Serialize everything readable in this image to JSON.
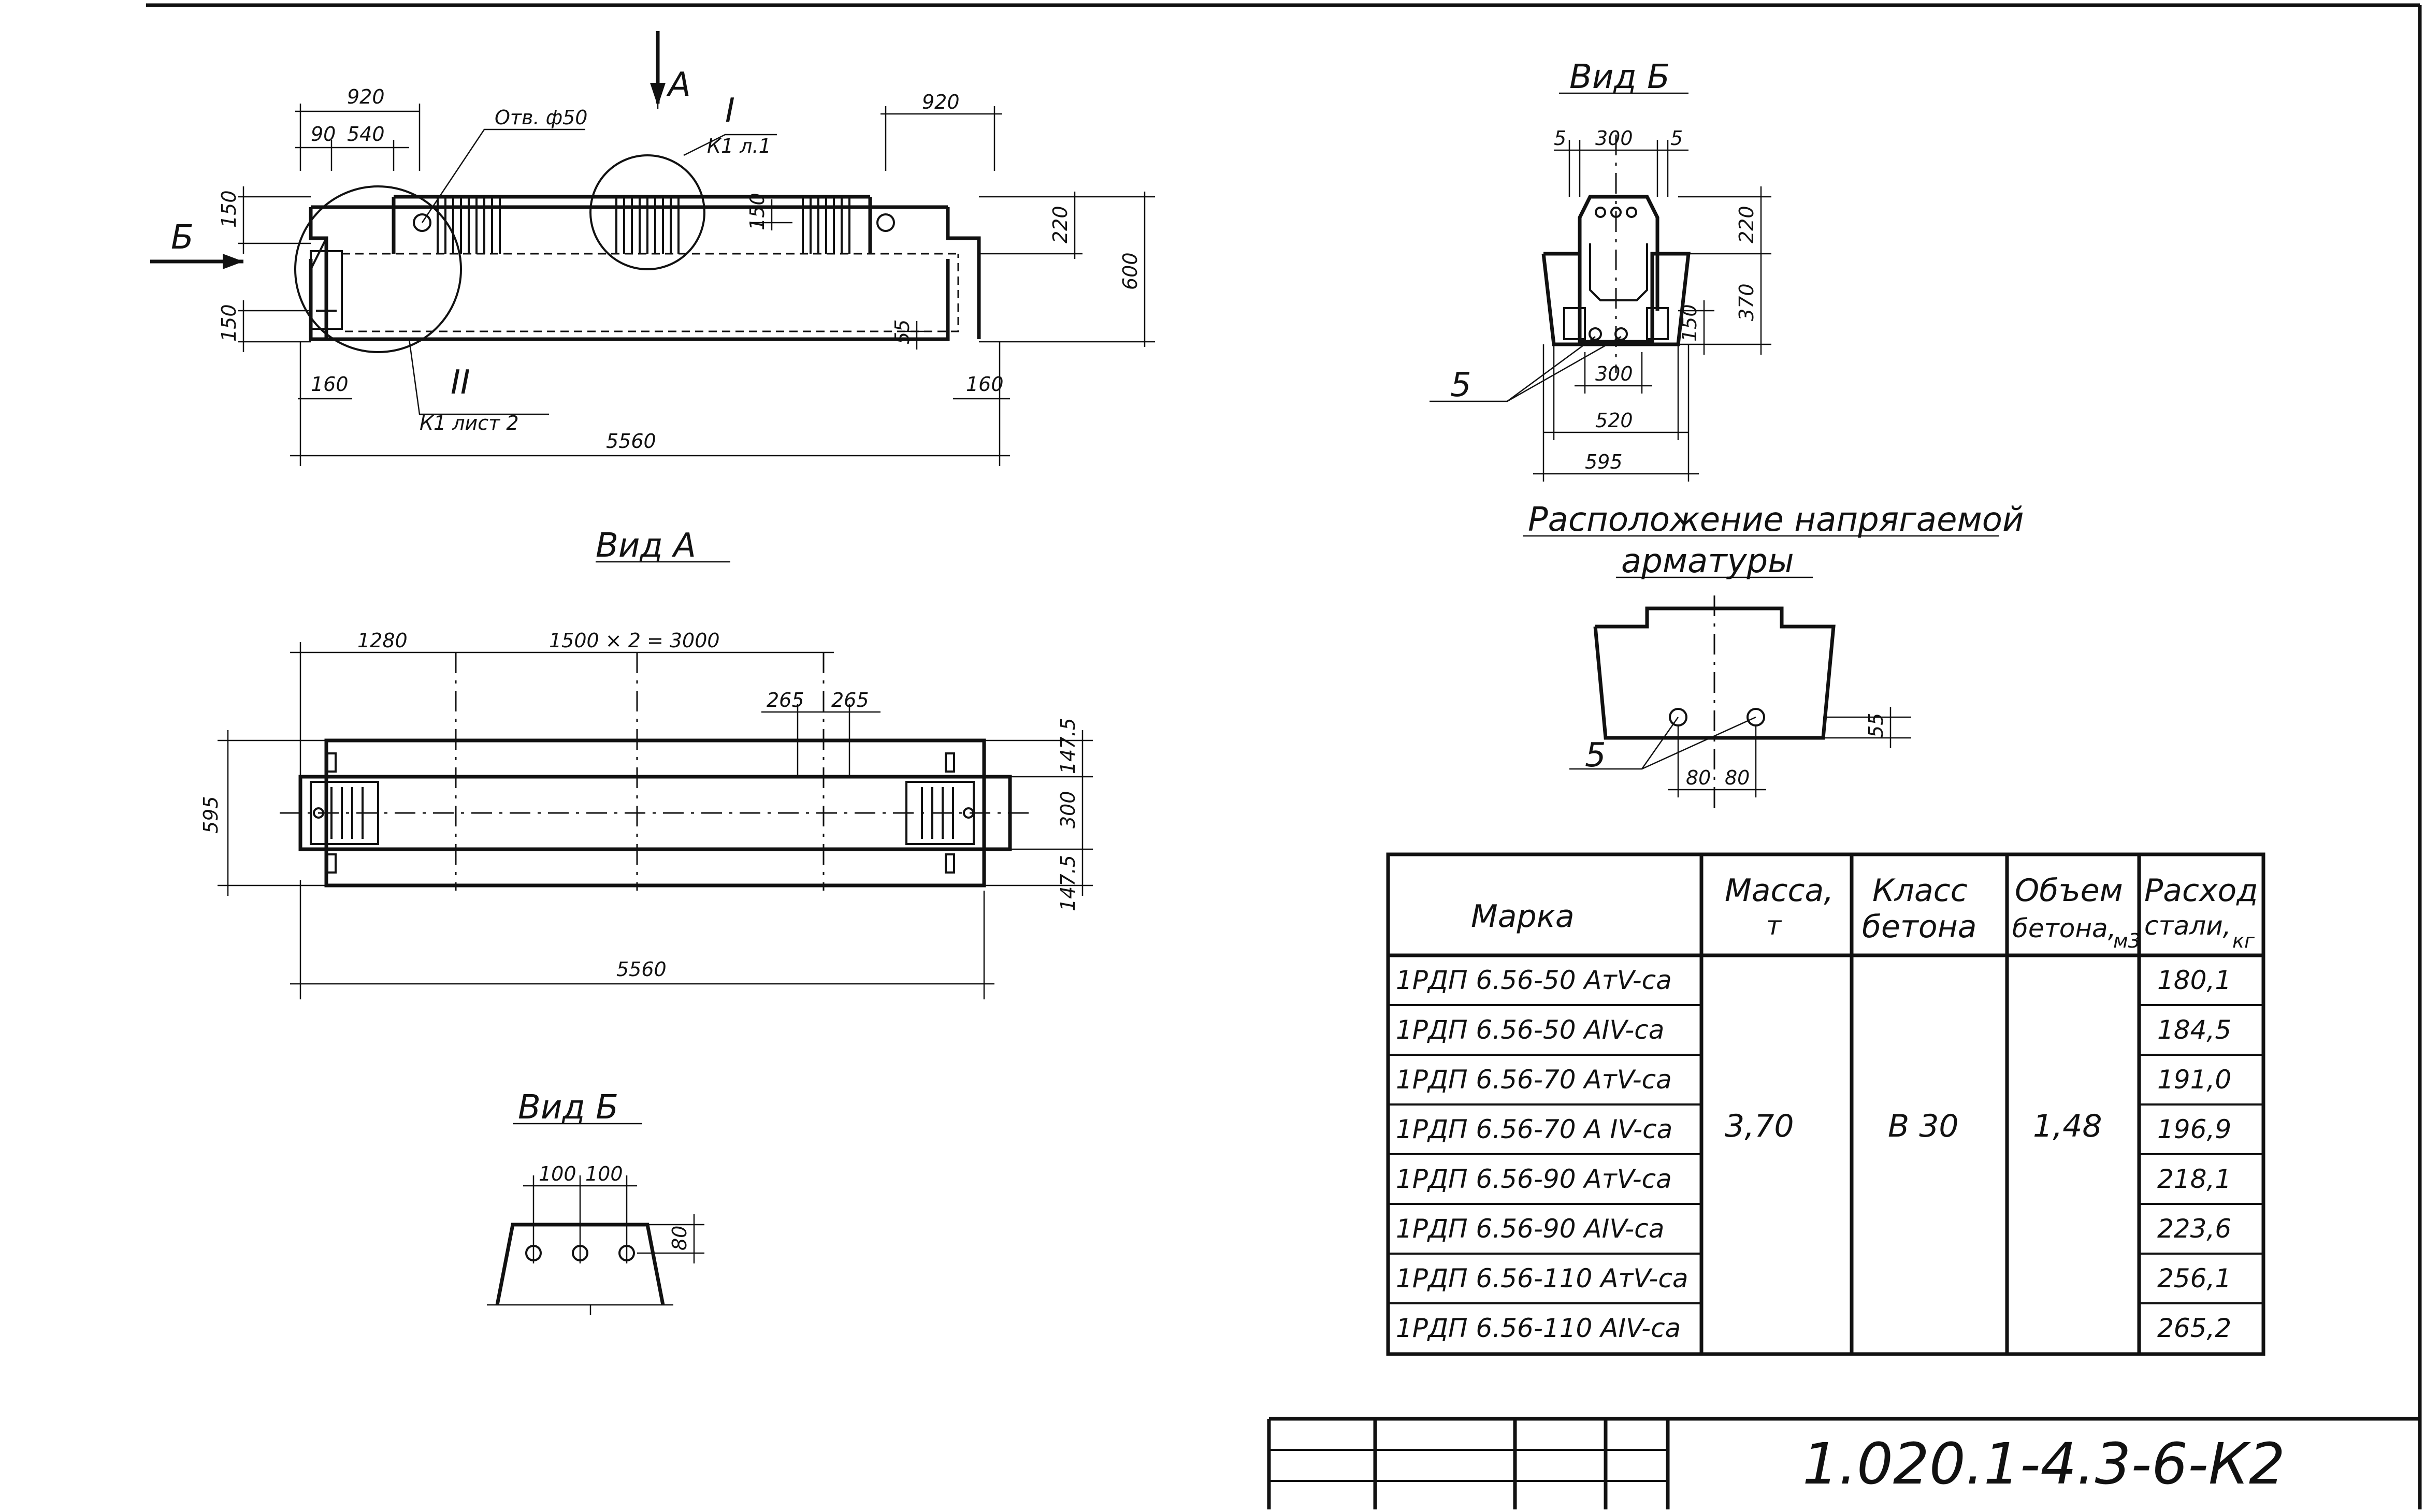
{
  "front_view": {
    "dims": {
      "top_left_920": "920",
      "top_left_90": "90",
      "top_left_540": "540",
      "top_right_920": "920",
      "left_150_top": "150",
      "left_150_bottom": "150",
      "mid_150": "150",
      "right_220": "220",
      "right_600": "600",
      "bottom_160_left": "160",
      "bottom_160_right": "160",
      "dim_55": "55",
      "total_5560": "5560"
    },
    "hole_note": "Отв. ф50",
    "section_b_mark": "Б",
    "view_a_mark": "А",
    "detail_i": "I",
    "detail_i_ref": "К1 л.1",
    "detail_ii": "II",
    "detail_ii_ref": "К1 лист 2"
  },
  "view_a": {
    "title": "Вид А",
    "dims": {
      "d1280": "1280",
      "d1500x2": "1500 × 2 = 3000",
      "d265a": "265",
      "d265b": "265",
      "d595": "595",
      "d147_5_top": "147.5",
      "d300": "300",
      "d147_5_bottom": "147.5",
      "total_5560": "5560"
    }
  },
  "view_b_small": {
    "title": "Вид Б",
    "dims": {
      "d100a": "100",
      "d100b": "100",
      "d80": "80"
    }
  },
  "view_b_large": {
    "title": "Вид Б",
    "dims": {
      "d5a": "5",
      "d300_top": "300",
      "d5b": "5",
      "d220": "220",
      "d370": "370",
      "d150": "150",
      "d300_bottom": "300",
      "d520": "520",
      "d595": "595"
    },
    "leader_mark": "5"
  },
  "rebar_layout": {
    "title_line1": "Расположение напрягаемой",
    "title_line2": "арматуры",
    "dims": {
      "d80a": "80",
      "d80b": "80",
      "d55": "55"
    },
    "leader_mark": "5"
  },
  "spec_table": {
    "headers": {
      "mark": "Марка",
      "mass": "Масса,",
      "mass_unit": "т",
      "class": "Класс",
      "class2": "бетона",
      "volume": "Объем",
      "volume2": "бетона,",
      "volume_unit": "м3",
      "steel": "Расход",
      "steel2": "стали,",
      "steel_unit": "кг"
    },
    "rows": [
      {
        "mark": "1РДП 6.56-50 АтV-са",
        "steel": "180,1"
      },
      {
        "mark": "1РДП 6.56-50 АIV-са",
        "steel": "184,5"
      },
      {
        "mark": "1РДП 6.56-70 АтV-са",
        "steel": "191,0"
      },
      {
        "mark": "1РДП 6.56-70 А IV-са",
        "steel": "196,9"
      },
      {
        "mark": "1РДП 6.56-90 АтV-са",
        "steel": "218,1"
      },
      {
        "mark": "1РДП 6.56-90 АIV-са",
        "steel": "223,6"
      },
      {
        "mark": "1РДП 6.56-110 АтV-са",
        "steel": "256,1"
      },
      {
        "mark": "1РДП 6.56-110 АIV-са",
        "steel": "265,2"
      }
    ],
    "mass": "3,70",
    "class": "В 30",
    "volume": "1,48"
  },
  "title_block": {
    "code": "1.020.1-4.3-6-К2"
  }
}
